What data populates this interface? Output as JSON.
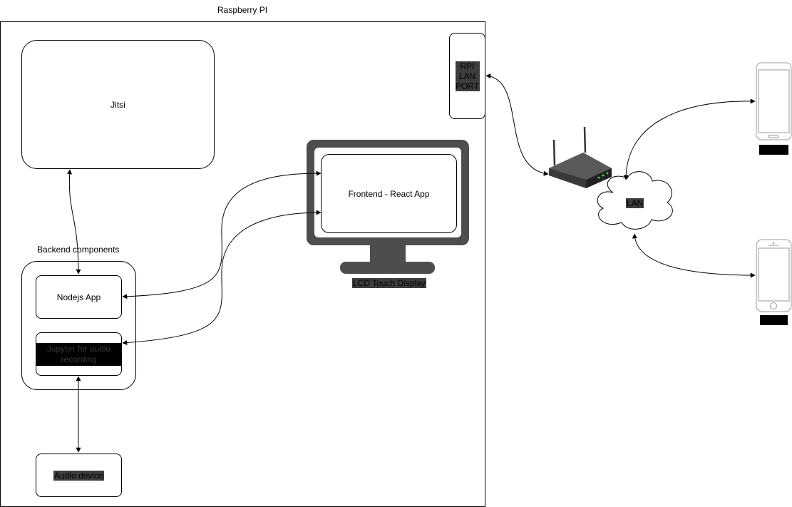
{
  "container": {
    "title": "Raspberry PI"
  },
  "jitsi": {
    "label": "Jitsi"
  },
  "rpi_lan_port": {
    "label": "RPI LAN PORT"
  },
  "frontend": {
    "label": "Frontend - React App"
  },
  "display": {
    "label": "LCD Touch Display"
  },
  "backend": {
    "title": "Backend components",
    "nodejs": "Nodejs App",
    "jupyter": "Jupyter for audio recording"
  },
  "audio_device": {
    "label": "Audio device"
  },
  "lan": {
    "label": "LAN"
  },
  "colors": {
    "monitor": "#4d4d4d",
    "label_highlight": "#3d3d3d",
    "phone_label": "#000000"
  }
}
